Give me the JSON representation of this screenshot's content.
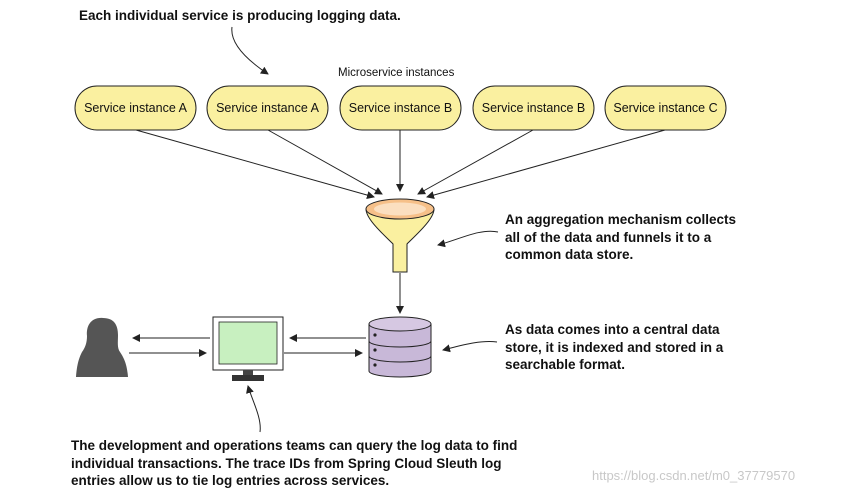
{
  "annotations": {
    "top_note": "Each individual service is producing logging data.",
    "aggregation_note": [
      "An aggregation mechanism collects",
      "all of the data and funnels it to a",
      "common data store."
    ],
    "store_note": [
      "As data comes into a central data",
      "store, it is indexed and stored in a",
      "searchable format."
    ],
    "bottom_note": [
      "The development and operations teams can query the log data to find",
      "individual transactions. The trace IDs from Spring Cloud Sleuth log",
      "entries allow us to tie log entries across services."
    ]
  },
  "group_label": "Microservice instances",
  "services": [
    {
      "label": "Service instance A"
    },
    {
      "label": "Service instance A"
    },
    {
      "label": "Service instance B"
    },
    {
      "label": "Service instance B"
    },
    {
      "label": "Service instance C"
    }
  ],
  "colors": {
    "service_fill": "#faf0a0",
    "funnel_fill": "#faf0a0",
    "monitor_screen": "#c8f0c0",
    "database_fill": "#c8b8d8",
    "person_fill": "#555555",
    "line": "#222222"
  },
  "icons": {
    "funnel": "funnel-icon",
    "database": "database-icon",
    "monitor": "monitor-icon",
    "person": "person-silhouette-icon"
  },
  "watermark": "https://blog.csdn.net/m0_37779570"
}
